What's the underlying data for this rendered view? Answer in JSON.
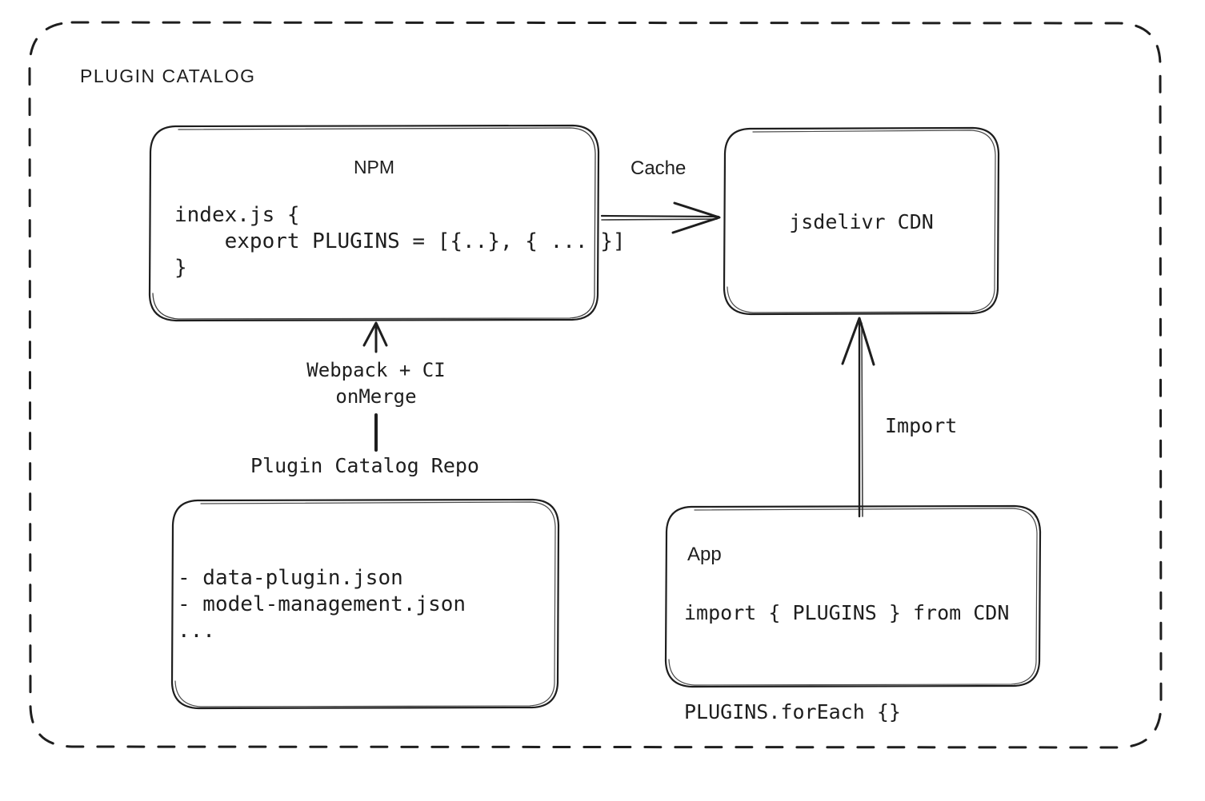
{
  "container": {
    "title": "PLUGIN CATALOG",
    "border_style": "dashed",
    "border_color": "#1e1e1e"
  },
  "colors": {
    "stroke": "#1e1e1e",
    "background": "#ffffff",
    "text": "#1e1e1e"
  },
  "nodes": {
    "npm": {
      "title": "NPM",
      "code": "index.js {\n    export PLUGINS = [{..}, { ... }]\n}"
    },
    "cdn": {
      "title": "jsdelivr CDN"
    },
    "repo": {
      "caption": "Plugin Catalog Repo",
      "items": "- data-plugin.json\n- model-management.json\n..."
    },
    "app": {
      "title": "App",
      "code": "import { PLUGINS } from CDN\n\nPLUGINS.forEach {}"
    }
  },
  "edges": {
    "cache": {
      "label": "Cache",
      "from": "npm",
      "to": "cdn",
      "direction": "right"
    },
    "webpack": {
      "label": "Webpack + CI\nonMerge",
      "from": "repo",
      "to": "npm",
      "direction": "up"
    },
    "import": {
      "label": "Import",
      "from": "app",
      "to": "cdn",
      "direction": "up"
    }
  }
}
